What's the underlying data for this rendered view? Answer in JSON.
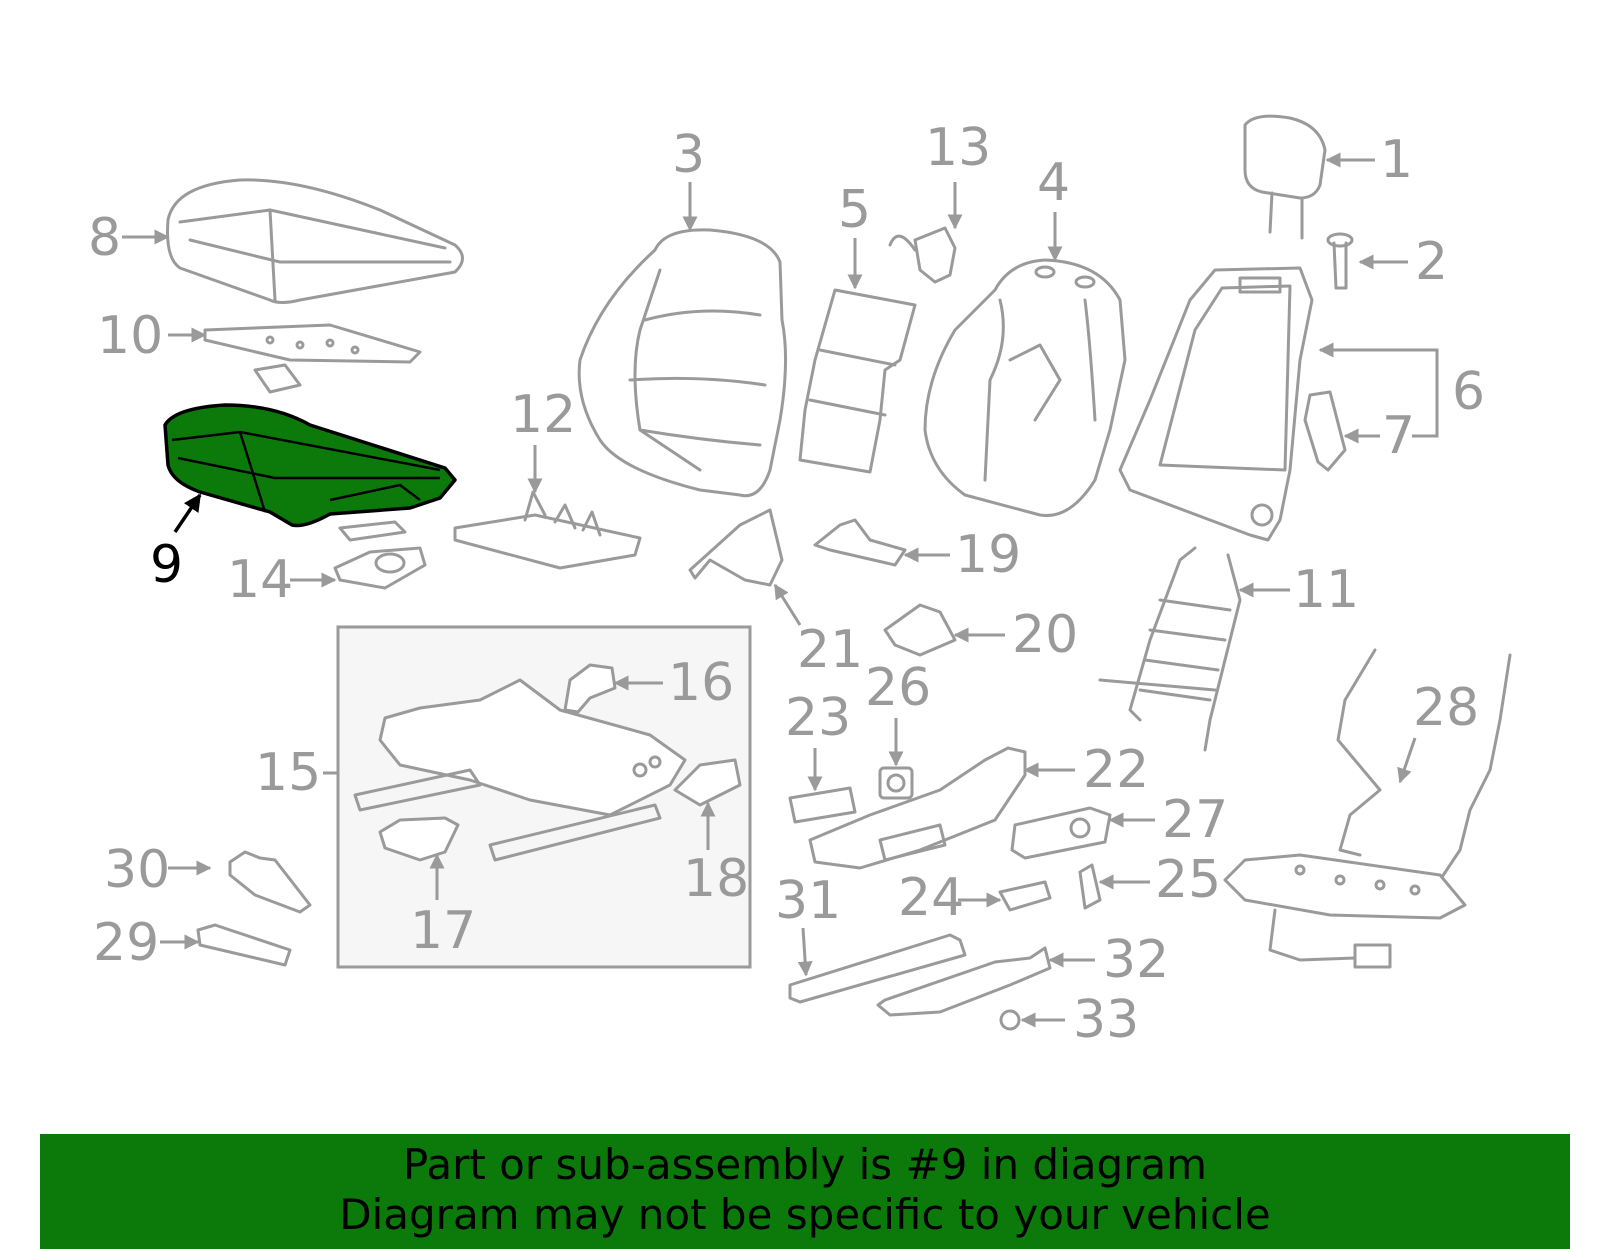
{
  "colors": {
    "highlight": "#0b7a0b",
    "linework": "#9a9a9a",
    "banner": "#0b7a0b"
  },
  "highlighted_part": "9",
  "callouts": {
    "c1": "1",
    "c2": "2",
    "c3": "3",
    "c4": "4",
    "c5": "5",
    "c6": "6",
    "c7": "7",
    "c8": "8",
    "c9": "9",
    "c10": "10",
    "c11": "11",
    "c12": "12",
    "c13": "13",
    "c14": "14",
    "c15": "15",
    "c16": "16",
    "c17": "17",
    "c18": "18",
    "c19": "19",
    "c20": "20",
    "c21": "21",
    "c22": "22",
    "c23": "23",
    "c24": "24",
    "c25": "25",
    "c26": "26",
    "c27": "27",
    "c28": "28",
    "c29": "29",
    "c30": "30",
    "c31": "31",
    "c32": "32",
    "c33": "33"
  },
  "banner": {
    "line1": "Part or sub-assembly is #9 in diagram",
    "line2": "Diagram may not be specific to your vehicle"
  }
}
